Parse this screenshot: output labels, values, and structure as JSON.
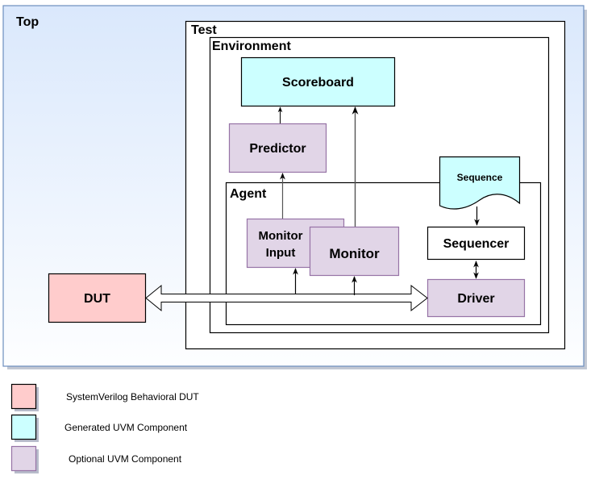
{
  "diagram": {
    "title": "UVM Testbench Architecture",
    "colors": {
      "top_bg_start": "#dae8fc",
      "top_bg_end": "#ffffff",
      "top_border": "#6c8ebf",
      "dut_fill": "#ffcccc",
      "generated_fill": "#ccffff",
      "optional_fill": "#e1d5e7",
      "optional_border": "#9673a6",
      "line": "#000000"
    },
    "containers": {
      "top": "Top",
      "test": "Test",
      "environment": "Environment",
      "agent": "Agent"
    },
    "components": {
      "scoreboard": "Scoreboard",
      "predictor": "Predictor",
      "sequence": "Sequence",
      "sequencer": "Sequencer",
      "monitor_input_line1": "Monitor",
      "monitor_input_line2": "Input",
      "monitor": "Monitor",
      "driver": "Driver",
      "dut": "DUT"
    }
  },
  "legend": {
    "items": [
      {
        "label": "SystemVerilog Behavioral DUT",
        "color": "#ffcccc",
        "border": "#000000"
      },
      {
        "label": "Generated UVM Component",
        "color": "#ccffff",
        "border": "#000000"
      },
      {
        "label": "Optional UVM Component",
        "color": "#e1d5e7",
        "border": "#9673a6"
      }
    ]
  }
}
